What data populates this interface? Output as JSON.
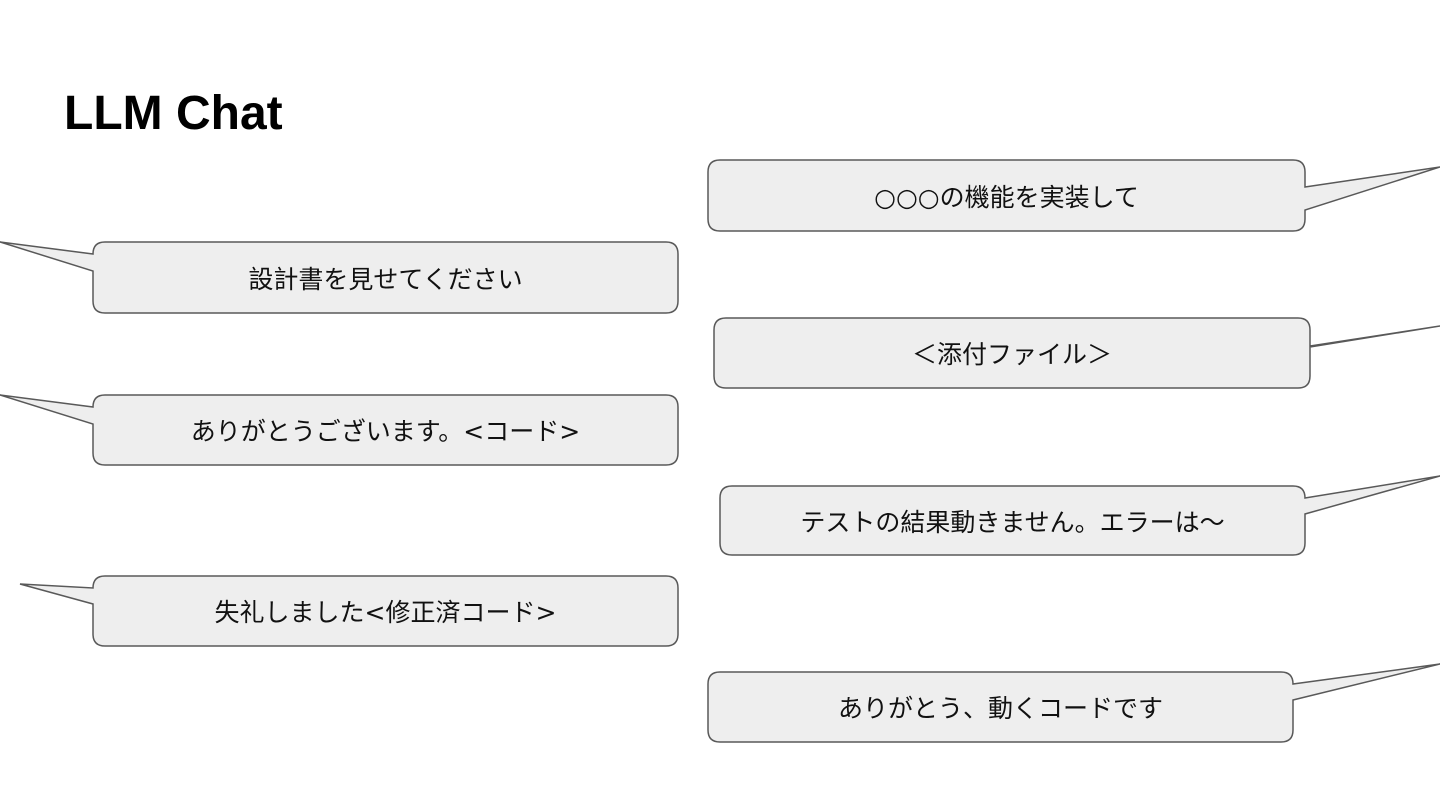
{
  "title": "LLM Chat",
  "colors": {
    "bubble_fill": "#eeeeee",
    "bubble_stroke": "#595959",
    "text": "#111111",
    "title": "#000000"
  },
  "messages": [
    {
      "id": "m1",
      "speaker": "user",
      "text": "○○○の機能を実装して"
    },
    {
      "id": "m2",
      "speaker": "llm",
      "text": "設計書を見せてください"
    },
    {
      "id": "m3",
      "speaker": "user",
      "text": "＜添付ファイル＞"
    },
    {
      "id": "m4",
      "speaker": "llm",
      "text": "ありがとうございます。<コード>"
    },
    {
      "id": "m5",
      "speaker": "user",
      "text": "テストの結果動きません。エラーは～"
    },
    {
      "id": "m6",
      "speaker": "llm",
      "text": "失礼しました<修正済コード>"
    },
    {
      "id": "m7",
      "speaker": "user",
      "text": "ありがとう、動くコードです"
    }
  ]
}
